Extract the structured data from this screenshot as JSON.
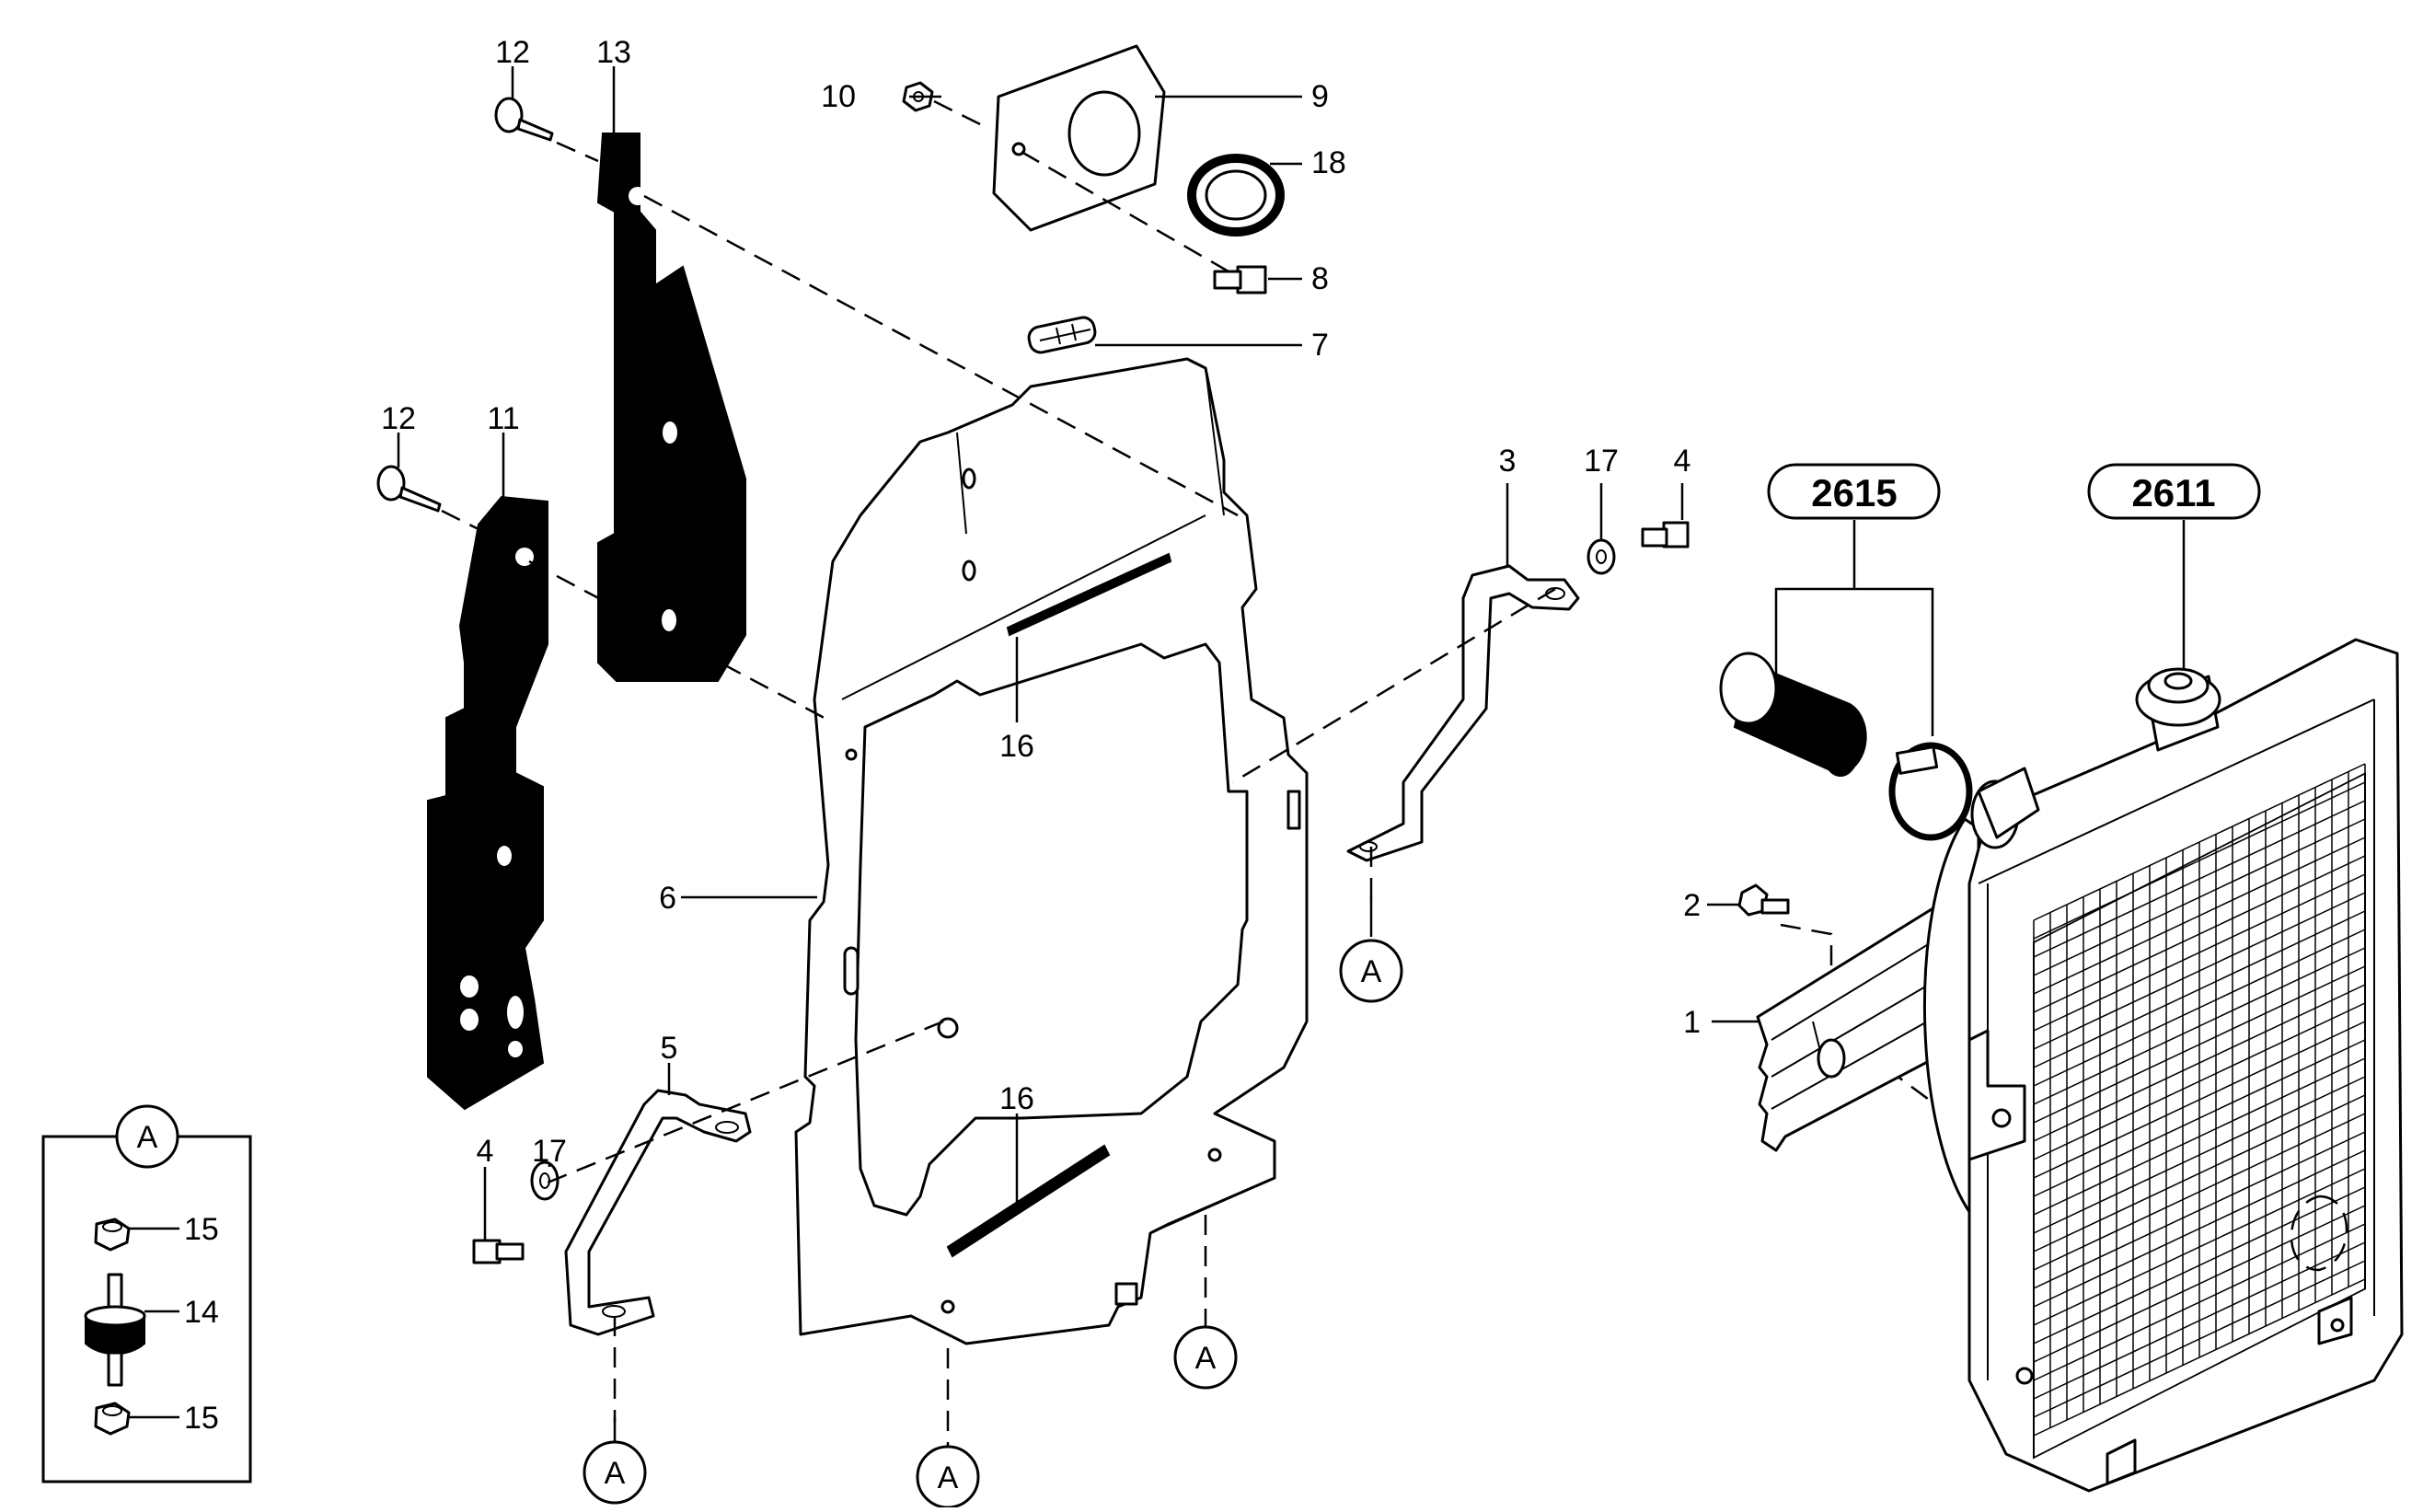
{
  "callouts": {
    "n1": "1",
    "n2": "2",
    "n3": "3",
    "n4a": "4",
    "n4b": "4",
    "n5": "5",
    "n6": "6",
    "n7": "7",
    "n8": "8",
    "n9": "9",
    "n10": "10",
    "n11": "11",
    "n12a": "12",
    "n12b": "12",
    "n13": "13",
    "n14": "14",
    "n15a": "15",
    "n15b": "15",
    "n16a": "16",
    "n16b": "16",
    "n17a": "17",
    "n17b": "17",
    "n18": "18"
  },
  "references": {
    "r2615": "2615",
    "r2611": "2611"
  },
  "markers": {
    "a1": "A",
    "a2": "A",
    "a3": "A",
    "a4": "A",
    "a5": "A"
  },
  "inset": {
    "title": "A"
  }
}
